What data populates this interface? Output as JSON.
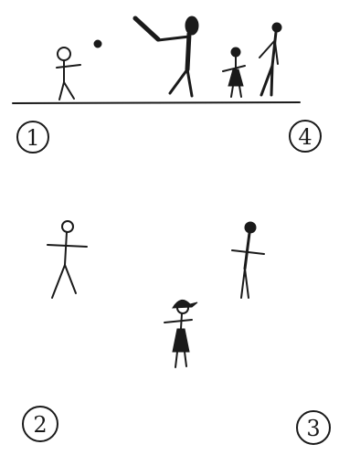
{
  "corners": [
    {
      "id": "base-1",
      "number": "1"
    },
    {
      "id": "base-2",
      "number": "2"
    },
    {
      "id": "base-3",
      "number": "3"
    },
    {
      "id": "base-4",
      "number": "4"
    }
  ],
  "figures": {
    "pitcher": "stick-figure",
    "batter": "stick-figure-with-bat",
    "waiting_child": "stick-figure",
    "waiting_adult": "stick-figure",
    "fielder_left": "stick-figure",
    "fielder_right": "stick-figure",
    "fielder_center": "stick-figure-with-cap"
  },
  "ink_color": "#1a1a1a",
  "paper_color": "#ffffff"
}
